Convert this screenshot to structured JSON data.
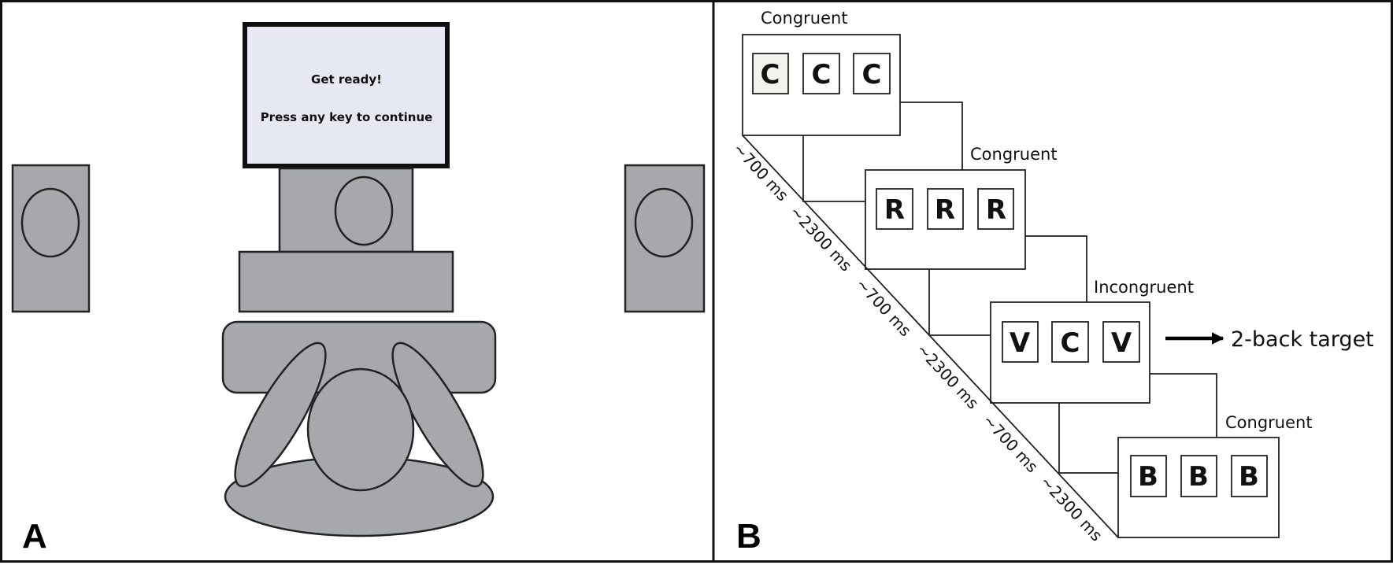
{
  "panel_a": {
    "label": "A",
    "screen_line1": "Get ready!",
    "screen_line2": "Press any key to continue",
    "colors": {
      "furniture": "#a6a8ac",
      "screen": "#e6e9f2",
      "outline": "#222222"
    }
  },
  "panel_b": {
    "label": "B",
    "trials": [
      {
        "condition": "Congruent",
        "letters": [
          "C",
          "C",
          "C"
        ]
      },
      {
        "condition": "Congruent",
        "letters": [
          "R",
          "R",
          "R"
        ]
      },
      {
        "condition": "Incongruent",
        "letters": [
          "V",
          "C",
          "V"
        ]
      },
      {
        "condition": "Congruent",
        "letters": [
          "B",
          "B",
          "B"
        ]
      }
    ],
    "stimulus_duration": "~700 ms",
    "blank_duration": "~2300 ms",
    "target_label": "2-back target"
  }
}
